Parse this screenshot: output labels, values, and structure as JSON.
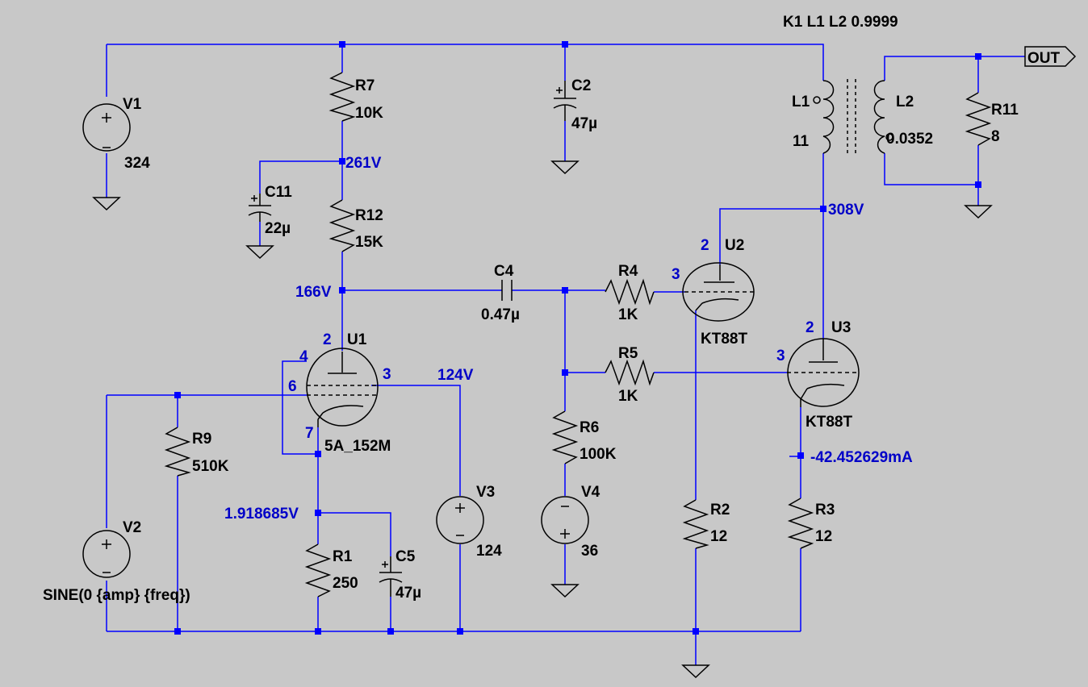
{
  "directive": "K1 L1 L2 0.9999",
  "components": [
    {
      "ref": "V1",
      "value": "324"
    },
    {
      "ref": "R7",
      "value": "10K"
    },
    {
      "ref": "C2",
      "value": "47µ"
    },
    {
      "ref": "C11",
      "value": "22µ"
    },
    {
      "ref": "R12",
      "value": "15K"
    },
    {
      "ref": "L1",
      "value": "11"
    },
    {
      "ref": "L2",
      "value": "0.0352"
    },
    {
      "ref": "R11",
      "value": "8"
    },
    {
      "ref": "C4",
      "value": "0.47µ"
    },
    {
      "ref": "R4",
      "value": "1K"
    },
    {
      "ref": "U2",
      "value": "KT88T"
    },
    {
      "ref": "R5",
      "value": "1K"
    },
    {
      "ref": "U3",
      "value": "KT88T"
    },
    {
      "ref": "U1",
      "value": "5A_152M"
    },
    {
      "ref": "R9",
      "value": "510K"
    },
    {
      "ref": "V2",
      "value": "SINE(0 {amp} {freq})"
    },
    {
      "ref": "R6",
      "value": "100K"
    },
    {
      "ref": "V3",
      "value": "124"
    },
    {
      "ref": "V4",
      "value": "36"
    },
    {
      "ref": "R1",
      "value": "250"
    },
    {
      "ref": "C5",
      "value": "47µ"
    },
    {
      "ref": "R2",
      "value": "12"
    },
    {
      "ref": "R3",
      "value": "12"
    }
  ],
  "node_voltages": [
    "261V",
    "166V",
    "308V",
    "124V",
    "1.918685V"
  ],
  "probe_current": "-42.452629mA",
  "net_label": "OUT",
  "pins": {
    "u1": [
      "2",
      "4",
      "6",
      "3",
      "7"
    ],
    "u2": [
      "2",
      "3"
    ],
    "u3": [
      "2",
      "3"
    ]
  }
}
